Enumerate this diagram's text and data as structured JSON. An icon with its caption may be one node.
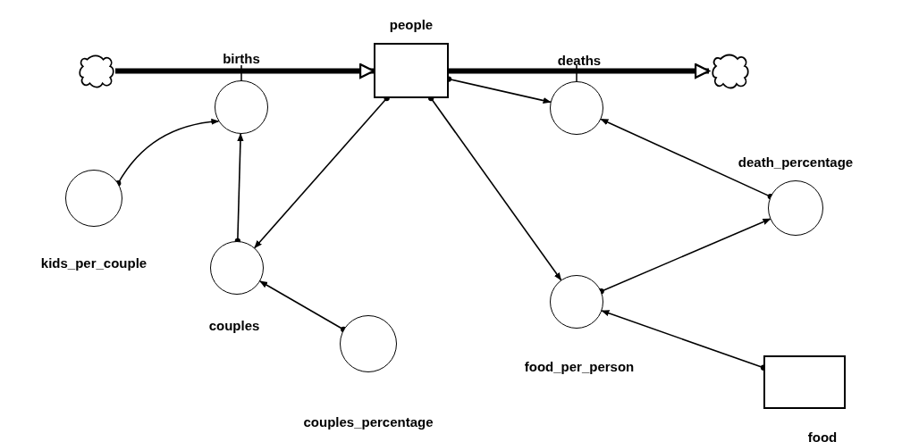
{
  "diagram": {
    "nodes": [
      {
        "text": [],
        "shape": "cloud"
      },
      {
        "text": [
          "births"
        ]
      },
      {
        "text": [
          "people"
        ]
      },
      {
        "text": [
          "deaths"
        ]
      },
      {
        "text": [],
        "shape": "cloud"
      },
      {
        "text": [
          "kids_per_couple"
        ]
      },
      {
        "text": [
          "couples"
        ]
      },
      {
        "text": [
          "couples_percentage"
        ]
      },
      {
        "text": [
          "death_percentage"
        ]
      },
      {
        "text": [
          "food_per_person"
        ]
      },
      {
        "text": [
          "food"
        ]
      }
    ],
    "edges": [
      {
        "from": 0,
        "to": 2,
        "arrow": "to",
        "style": "thick"
      },
      {
        "from": 2,
        "to": 4,
        "arrow": "to",
        "style": "thick"
      },
      {
        "from": 5,
        "to": 1,
        "arrow": "to"
      },
      {
        "from": 6,
        "to": 1,
        "arrow": "to"
      },
      {
        "from": 2,
        "to": 6,
        "arrow": "to"
      },
      {
        "from": 2,
        "to": 3,
        "arrow": "to"
      },
      {
        "from": 2,
        "to": 9,
        "arrow": "to"
      },
      {
        "from": 7,
        "to": 6,
        "arrow": "to"
      },
      {
        "from": 8,
        "to": 3,
        "arrow": "to"
      },
      {
        "from": 9,
        "to": 8,
        "arrow": "to"
      },
      {
        "from": 10,
        "to": 9,
        "arrow": "to"
      }
    ]
  }
}
